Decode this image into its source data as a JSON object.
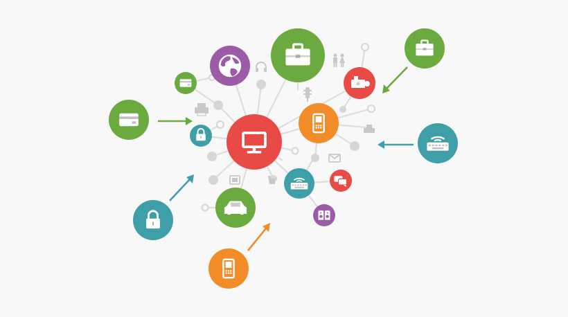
{
  "colors": {
    "background": "#f8f8f8",
    "line": "#dddddd",
    "small_dot": "#d6d6d6",
    "faint_icon": "#c8c8c8",
    "icon_fill": "#ffffff",
    "green": "#6aaa3f",
    "purple": "#9b5ba6",
    "red": "#e84a45",
    "orange": "#f28c28",
    "teal": "#3f9fa8"
  },
  "hub": {
    "icon": "monitor-icon",
    "color": "#e84a45"
  },
  "connected_nodes": [
    {
      "id": "globe",
      "icon": "globe-icon",
      "color": "#9b5ba6"
    },
    {
      "id": "briefcase-top",
      "icon": "briefcase-icon",
      "color": "#6aaa3f"
    },
    {
      "id": "projector",
      "icon": "projector-icon",
      "color": "#e84a45"
    },
    {
      "id": "phone-right",
      "icon": "mobile-phone-icon",
      "color": "#f28c28"
    },
    {
      "id": "card-small",
      "icon": "credit-card-icon",
      "color": "#6aaa3f"
    },
    {
      "id": "lock-small",
      "icon": "padlock-icon",
      "color": "#3f9fa8"
    },
    {
      "id": "keyboard-mid",
      "icon": "keyboard-icon",
      "color": "#3f9fa8"
    },
    {
      "id": "chat",
      "icon": "chat-bubbles-icon",
      "color": "#e84a45"
    },
    {
      "id": "speakers",
      "icon": "speakers-icon",
      "color": "#9b5ba6"
    },
    {
      "id": "car",
      "icon": "car-icon",
      "color": "#6aaa3f"
    }
  ],
  "outer_nodes": [
    {
      "id": "briefcase-out",
      "icon": "briefcase-icon",
      "color": "#6aaa3f"
    },
    {
      "id": "card-out",
      "icon": "credit-card-icon",
      "color": "#6aaa3f"
    },
    {
      "id": "keyboard-out",
      "icon": "keyboard-icon",
      "color": "#3f9fa8"
    },
    {
      "id": "lock-out",
      "icon": "padlock-icon",
      "color": "#3f9fa8"
    },
    {
      "id": "phone-out",
      "icon": "mobile-phone-icon",
      "color": "#f28c28"
    }
  ],
  "arrows": [
    {
      "from": "briefcase-out",
      "to": "projector",
      "color": "#6aaa3f"
    },
    {
      "from": "card-out",
      "to": "lock-small",
      "color": "#6aaa3f"
    },
    {
      "from": "keyboard-out",
      "to": "phone-right",
      "color": "#3f9fa8"
    },
    {
      "from": "lock-out",
      "to": "lock-small",
      "color": "#3f9fa8"
    },
    {
      "from": "phone-out",
      "to": "car",
      "color": "#f28c28"
    }
  ],
  "faint_icons": [
    "headphones-icon",
    "people-icon",
    "printer-icon",
    "traffic-light-icon",
    "fax-icon",
    "envelope-icon",
    "apple-icon",
    "tablet-icon",
    "hand-pointer-icon",
    "mouse-icon"
  ]
}
